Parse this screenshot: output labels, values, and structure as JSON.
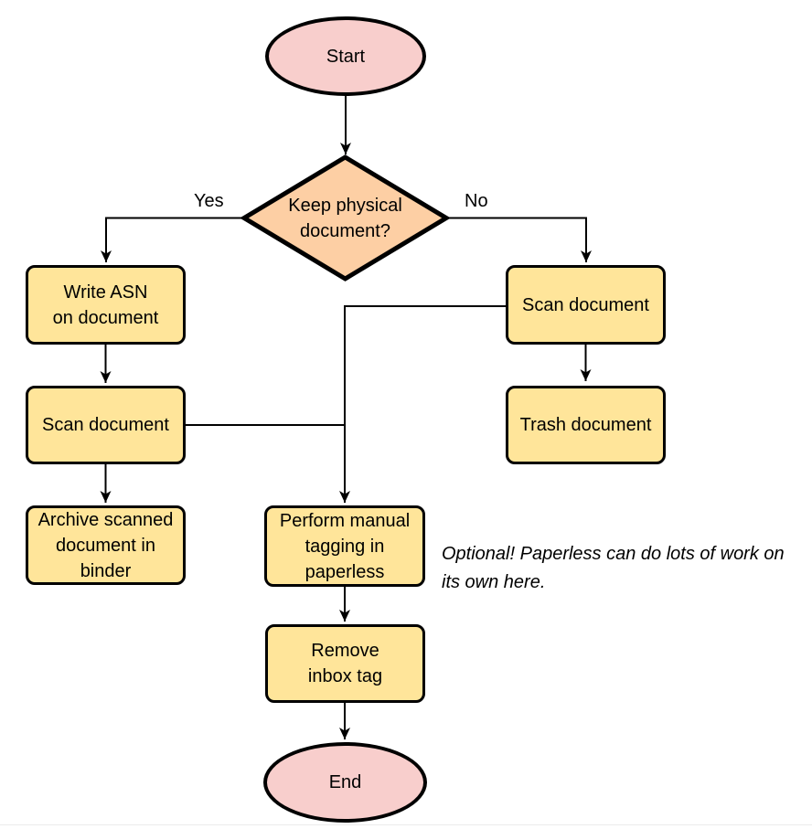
{
  "colors": {
    "node-fill": "#ffe59a",
    "terminal-fill": "#f8cecc",
    "decision-fill": "#fdcfa4",
    "stroke": "#000000"
  },
  "nodes": {
    "start": {
      "label": "Start",
      "type": "terminal"
    },
    "decision": {
      "label": "Keep physical\ndocument?",
      "type": "decision"
    },
    "write_asn": {
      "label": "Write ASN\non document",
      "type": "process"
    },
    "scan_left": {
      "label": "Scan document",
      "type": "process"
    },
    "archive": {
      "label": "Archive scanned\ndocument in\nbinder",
      "type": "process"
    },
    "scan_right": {
      "label": "Scan document",
      "type": "process"
    },
    "trash": {
      "label": "Trash document",
      "type": "process"
    },
    "tagging": {
      "label": "Perform manual\ntagging in\npaperless",
      "type": "process"
    },
    "remove_inbox": {
      "label": "Remove\ninbox tag",
      "type": "process"
    },
    "end": {
      "label": "End",
      "type": "terminal"
    }
  },
  "edge_labels": {
    "yes": "Yes",
    "no": "No"
  },
  "note": "Optional! Paperless can do lots of work on\nits own here."
}
